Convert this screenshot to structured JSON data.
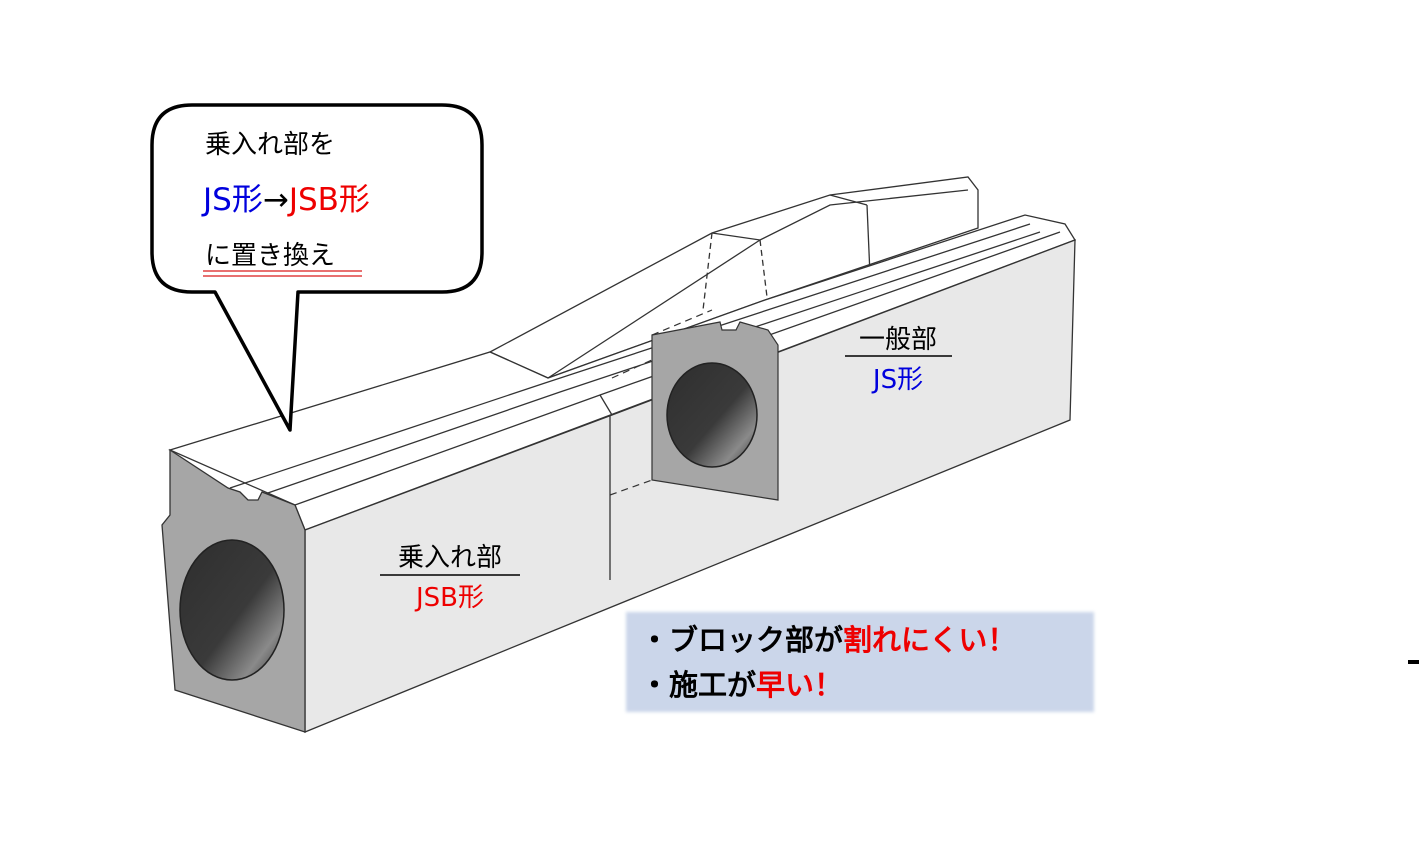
{
  "callout": {
    "line1": "乗入れ部を",
    "line2_from": "JS形",
    "arrow": "→",
    "line2_to": "JSB形",
    "line3": "に置き換え"
  },
  "labels": {
    "front_part": "乗入れ部",
    "front_type": "JSB形",
    "general_part": "一般部",
    "general_type": "JS形"
  },
  "benefits": {
    "item1_prefix": "・ブロック部が",
    "item1_highlight": "割れにくい！",
    "item2_prefix": "・施工が",
    "item2_highlight": "早い！"
  },
  "colors": {
    "blue": "#0000dd",
    "red": "#ee0000",
    "box_bg": "#cbd6ea",
    "end_face": "#a6a6a6",
    "side_face": "#e8e8e8"
  }
}
